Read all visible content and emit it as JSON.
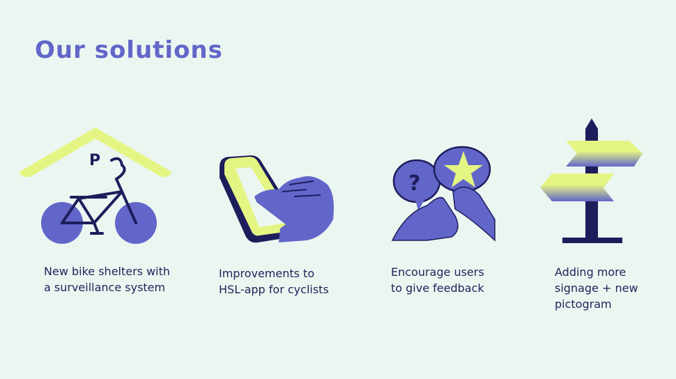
{
  "title": "Our solutions",
  "colors": {
    "background": "#ebf6f1",
    "accent": "#6266c9",
    "navy": "#1e1d5c",
    "yellow": "#e5f583"
  },
  "solutions": [
    {
      "icon": "bike-shelter-icon",
      "icon_letter": "P",
      "caption_lines": [
        "New bike shelters with",
        "a surveillance system"
      ]
    },
    {
      "icon": "phone-hand-icon",
      "caption_lines": [
        "Improvements to",
        "HSL-app for cyclists"
      ]
    },
    {
      "icon": "feedback-bubbles-icon",
      "icon_letter": "?",
      "caption_lines": [
        "Encourage users",
        "to give feedback"
      ]
    },
    {
      "icon": "signpost-icon",
      "caption_lines": [
        "Adding more",
        "signage + new",
        "pictogram"
      ]
    }
  ]
}
